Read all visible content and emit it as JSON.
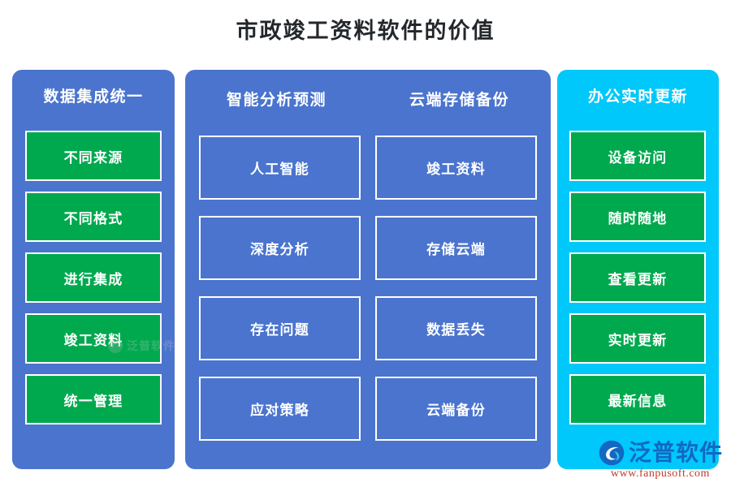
{
  "page": {
    "title": "市政竣工资料软件的价值",
    "background": "#ffffff"
  },
  "colors": {
    "blue_panel": "#4a74ce",
    "cyan_panel": "#00c8fa",
    "green_card": "#00a94e",
    "card_border": "#ffffff",
    "title_text": "#23272b",
    "logo_blue": "#1268c3",
    "logo_url_red": "#c0392b"
  },
  "panels": [
    {
      "id": "data-integration",
      "heading": "数据集成统一",
      "style": "blue",
      "card_style": "green",
      "items": [
        {
          "label": "不同来源"
        },
        {
          "label": "不同格式"
        },
        {
          "label": "进行集成"
        },
        {
          "label": "竣工资料"
        },
        {
          "label": "统一管理"
        }
      ]
    },
    {
      "id": "analysis-and-cloud",
      "style": "blue",
      "card_style": "blue",
      "columns": [
        {
          "heading": "智能分析预测",
          "items": [
            {
              "label": "人工智能"
            },
            {
              "label": "深度分析"
            },
            {
              "label": "存在问题"
            },
            {
              "label": "应对策略"
            }
          ]
        },
        {
          "heading": "云端存储备份",
          "items": [
            {
              "label": "竣工资料"
            },
            {
              "label": "存储云端"
            },
            {
              "label": "数据丢失"
            },
            {
              "label": "云端备份"
            }
          ]
        }
      ]
    },
    {
      "id": "realtime-office",
      "heading": "办公实时更新",
      "style": "cyan",
      "card_style": "green",
      "items": [
        {
          "label": "设备访问"
        },
        {
          "label": "随时随地"
        },
        {
          "label": "查看更新"
        },
        {
          "label": "实时更新"
        },
        {
          "label": "最新信息"
        }
      ]
    }
  ],
  "watermarks": {
    "faint_text": "泛普软件",
    "logo_name": "泛普软件",
    "logo_url": "www.fanpusoft.com"
  }
}
